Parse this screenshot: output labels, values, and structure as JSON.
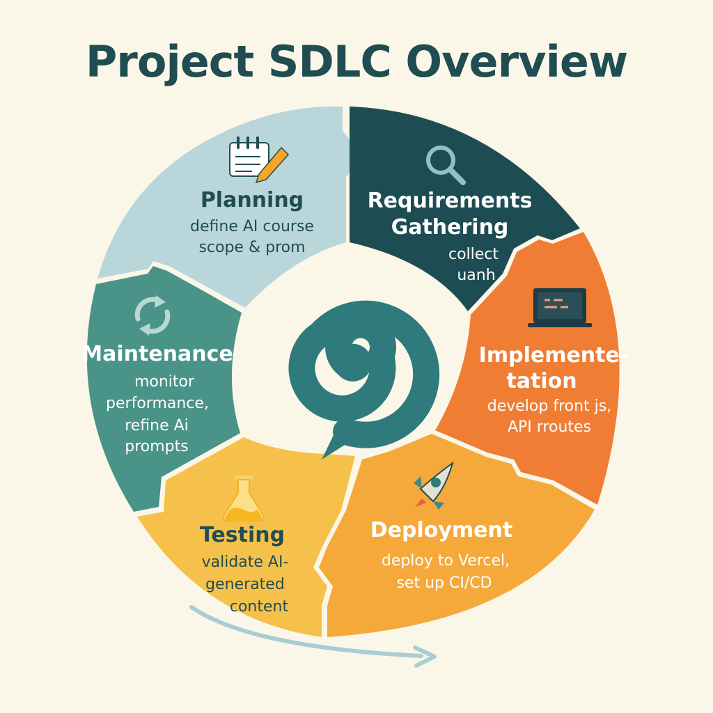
{
  "title": "Project SDLC Overview",
  "colors": {
    "background": "#fbf7e8",
    "title": "#1f4d52",
    "planning": "#b9d6da",
    "requirements": "#1d4d52",
    "implementation": "#ef7d34",
    "deployment": "#f5a93a",
    "testing": "#f6c14b",
    "maintenance": "#4a9389",
    "spiral": "#2f7a7c"
  },
  "phases": {
    "planning": {
      "title": "Planning",
      "desc": [
        "define AI course",
        "scope & prom"
      ],
      "icon": "notepad-pencil-icon"
    },
    "requirements": {
      "title": [
        "Requirements",
        "Gathering"
      ],
      "desc": [
        "collect",
        "uanh"
      ],
      "icon": "magnifier-icon"
    },
    "implementation": {
      "title": [
        "Implemente-",
        "tation"
      ],
      "desc": [
        "develop front js,",
        "API rroutes"
      ],
      "icon": "laptop-icon"
    },
    "deployment": {
      "title": "Deployment",
      "desc": [
        "deploy to Vercel,",
        "set up CI/CD"
      ],
      "icon": "rocket-icon"
    },
    "testing": {
      "title": "Testing",
      "desc": [
        "validate AI-",
        "generated",
        "content"
      ],
      "icon": "flask-icon"
    },
    "maintenance": {
      "title": "Maintenance",
      "desc": [
        "monitor",
        "performance,",
        "refine Ai",
        "prompts"
      ],
      "icon": "refresh-cycle-icon"
    }
  }
}
